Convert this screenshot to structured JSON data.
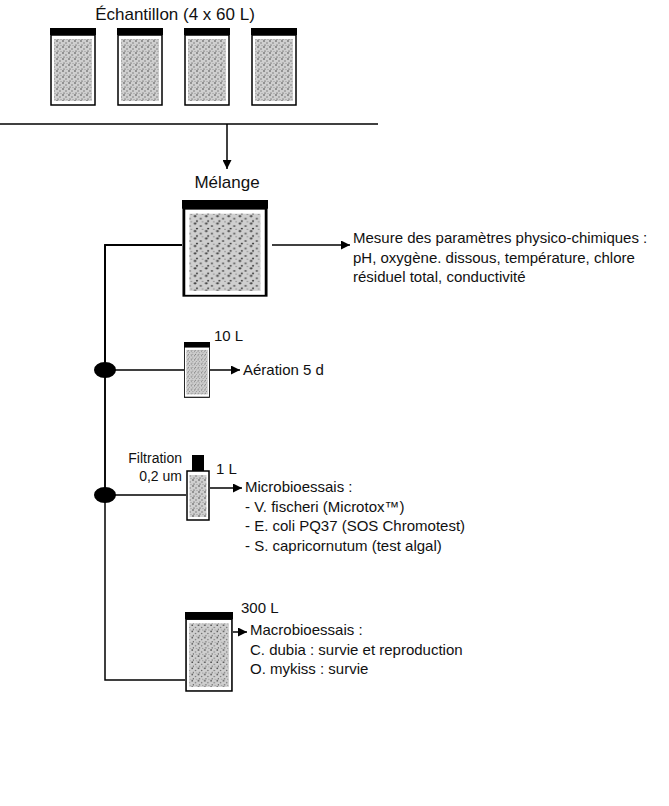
{
  "diagram": {
    "nodes": [
      {
        "text": [
          "Échantillon (4 x 60 L)"
        ]
      },
      {
        "text": [
          "Mélange"
        ]
      },
      {
        "text": [
          "Mesure des paramètres physico-chimiques : pH, oxygène. dissous, température, chlore résiduel total, conductivité"
        ]
      },
      {
        "text": [
          "10 L"
        ]
      },
      {
        "text": [
          "Aération 5 d"
        ]
      },
      {
        "text": [
          "Filtration 0,2 um",
          "1 L"
        ]
      },
      {
        "text": [
          "Microbioessais :",
          "- V. fischeri (Microtox™)",
          "- E. coli PQ37 (SOS Chromotest)",
          "- S. capricornutum (test algal)"
        ]
      },
      {
        "text": [
          "300 L"
        ]
      },
      {
        "text": [
          "Macrobioessais :",
          "C. dubia : survie et reproduction",
          "O. mykiss : survie"
        ]
      }
    ],
    "edges": [
      {
        "from": 0,
        "to": 1,
        "arrow": "to"
      },
      {
        "from": 1,
        "to": 2,
        "arrow": "to"
      },
      {
        "from": 1,
        "to": 3,
        "arrow": "none"
      },
      {
        "from": 3,
        "to": 4,
        "arrow": "to"
      },
      {
        "from": 1,
        "to": 5,
        "arrow": "none"
      },
      {
        "from": 5,
        "to": 6,
        "arrow": "to"
      },
      {
        "from": 1,
        "to": 7,
        "arrow": "none"
      },
      {
        "from": 7,
        "to": 8,
        "arrow": "to"
      }
    ]
  }
}
